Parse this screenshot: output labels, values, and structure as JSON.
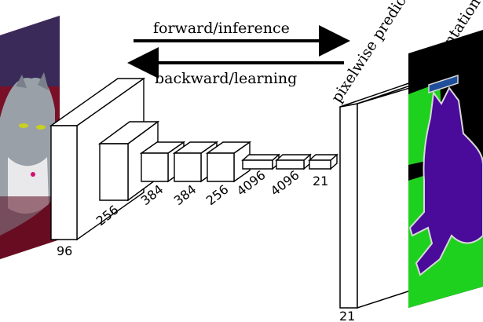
{
  "arrows": {
    "forward": "forward/inference",
    "backward": "backward/learning"
  },
  "output": {
    "label": "pixelwise prediction",
    "depth": "21"
  },
  "segmentation": {
    "label": "segmentation g.t."
  },
  "layers": [
    {
      "depth": "96"
    },
    {
      "depth": "256"
    },
    {
      "depth": "384"
    },
    {
      "depth": "384"
    },
    {
      "depth": "256"
    },
    {
      "depth": "4096"
    },
    {
      "depth": "4096"
    },
    {
      "depth": "21"
    }
  ],
  "colors": {
    "cat_background": "#8b1530",
    "cat_fur": "#9aa0a8",
    "seg_background": "#1fd11f",
    "seg_object": "#4a0a9a",
    "seg_border": "#d8d8d8",
    "seg_black": "#000000",
    "seg_box": "#1f4f9a"
  }
}
